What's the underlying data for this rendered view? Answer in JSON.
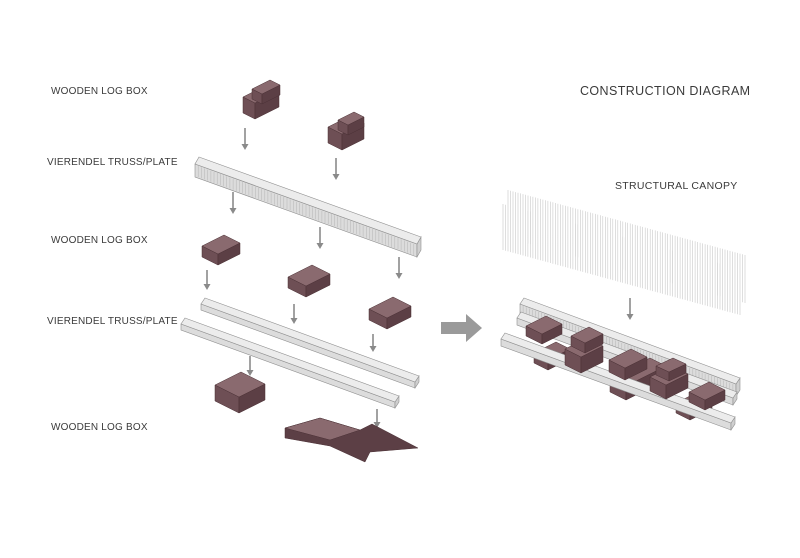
{
  "title": "CONSTRUCTION DIAGRAM",
  "subtitle": "STRUCTURAL CANOPY",
  "labels": [
    "WOODEN LOG BOX",
    "VIERENDEL TRUSS/PLATE",
    "WOODEN LOG BOX",
    "VIERENDEL TRUSS/PLATE",
    "WOODEN LOG BOX"
  ],
  "colors": {
    "box_top": "#8a6a6f",
    "box_left": "#6e4f55",
    "box_right": "#5c3f45",
    "truss_top": "#ececec",
    "truss_side": "#dcdcdc",
    "truss_edge": "#8f8f8f",
    "arrow": "#8a8a8a",
    "canopy_line": "#c8c8c8"
  }
}
